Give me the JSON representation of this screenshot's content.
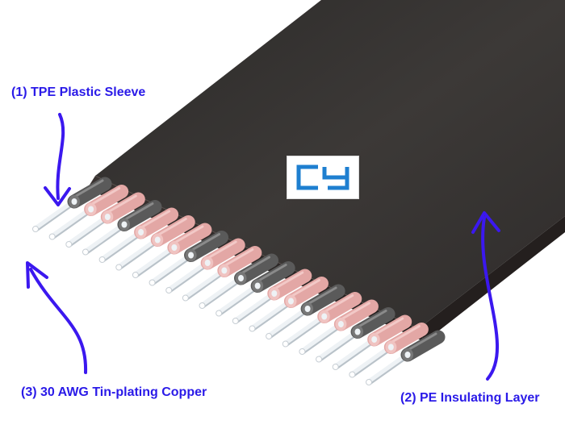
{
  "colors": {
    "label_text": "#2a1ae8",
    "arrow": "#3b18ef",
    "sheath": "#3a3735",
    "sheath_edge": "#2b2928",
    "sleeve_pink": "#e3a7a5",
    "sleeve_gray": "#5a5a5a",
    "conductor": "#eef2f5",
    "logo_blue": "#1e7fd0"
  },
  "labels": {
    "tpe_sleeve": "(1) TPE Plastic Sleeve",
    "pe_layer": "(2) PE Insulating Layer",
    "copper": "(3) 30 AWG Tin-plating Copper"
  },
  "logo": {
    "icon": "cy-logo-icon",
    "text": "CY"
  },
  "wires": {
    "pattern": [
      "gray",
      "pink",
      "pink",
      "gray",
      "pink",
      "pink",
      "pink",
      "gray",
      "pink",
      "pink",
      "gray",
      "gray",
      "pink",
      "pink",
      "gray",
      "pink",
      "pink",
      "gray",
      "pink",
      "pink",
      "gray"
    ]
  }
}
